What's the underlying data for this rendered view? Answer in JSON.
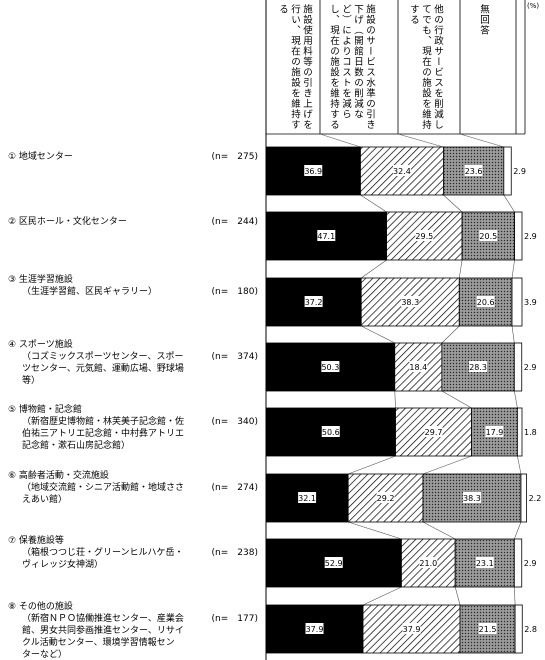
{
  "unit": "(%)",
  "legend": [
    "施設使用料等の引き上げを行い、現在の施設を維持する",
    "施設のサービス水準の引き下げ（開館日数の削減など）によりコストを減らし、現在の施設を維持する",
    "他の行政サービスを削減してでも、現在の施設を維持する",
    "無回答"
  ],
  "chart_data": {
    "type": "bar",
    "stacked": true,
    "orientation": "horizontal",
    "xlim": [
      0,
      100
    ],
    "series_names": [
      "施設使用料等の引き上げを行い、現在の施設を維持する",
      "施設のサービス水準の引き下げ（開館日数の削減など）によりコストを減らし、現在の施設を維持する",
      "他の行政サービスを削減してでも、現在の施設を維持する",
      "無回答"
    ],
    "series_colors": [
      "#000000",
      "hatch-diagonal",
      "hatch-cross",
      "#ffffff"
    ],
    "rows": [
      {
        "label": [
          "① 地域センター"
        ],
        "n": "(n=　275)",
        "values": [
          36.9,
          32.4,
          23.6,
          2.9
        ]
      },
      {
        "label": [
          "② 区民ホール・文化センター"
        ],
        "n": "(n=　244)",
        "values": [
          47.1,
          29.5,
          20.5,
          2.9
        ]
      },
      {
        "label": [
          "③ 生涯学習施設",
          "（生涯学習館、区民ギャラリー）"
        ],
        "n": "(n=　180)",
        "values": [
          37.2,
          38.3,
          20.6,
          3.9
        ]
      },
      {
        "label": [
          "④ スポーツ施設",
          "（コズミックスポーツセンター、スポー",
          "ツセンター、元気館、運動広場、野球場",
          "等）"
        ],
        "n": "(n=　374)",
        "values": [
          50.3,
          18.4,
          28.3,
          2.9
        ]
      },
      {
        "label": [
          "⑤ 博物館・記念館",
          "（新宿歴史博物館・林芙美子記念館・佐",
          "伯祐三アトリエ記念館・中村彝アトリエ",
          "記念館・漱石山房記念館）"
        ],
        "n": "(n=　340)",
        "values": [
          50.6,
          29.7,
          17.9,
          1.8
        ]
      },
      {
        "label": [
          "⑥ 高齢者活動・交流施設",
          "（地域交流館・シニア活動館・地域ささ",
          "えあい館）"
        ],
        "n": "(n=　274)",
        "values": [
          32.1,
          29.2,
          38.3,
          2.2
        ]
      },
      {
        "label": [
          "⑦ 保養施設等",
          "（箱根つつじ荘・グリーンヒルハケ岳・",
          "ヴィレッジ女神湖）"
        ],
        "n": "(n=　238)",
        "values": [
          52.9,
          21.0,
          23.1,
          2.9
        ]
      },
      {
        "label": [
          "⑧ その他の施設",
          "（新宿ＮＰＯ協働推進センター、産業会",
          "館、男女共同参画推進センター、リサイ",
          "クル活動センター、環境学習情報セン",
          "ターなど）"
        ],
        "n": "(n=　177)",
        "values": [
          37.9,
          37.9,
          21.5,
          2.8
        ]
      }
    ]
  }
}
